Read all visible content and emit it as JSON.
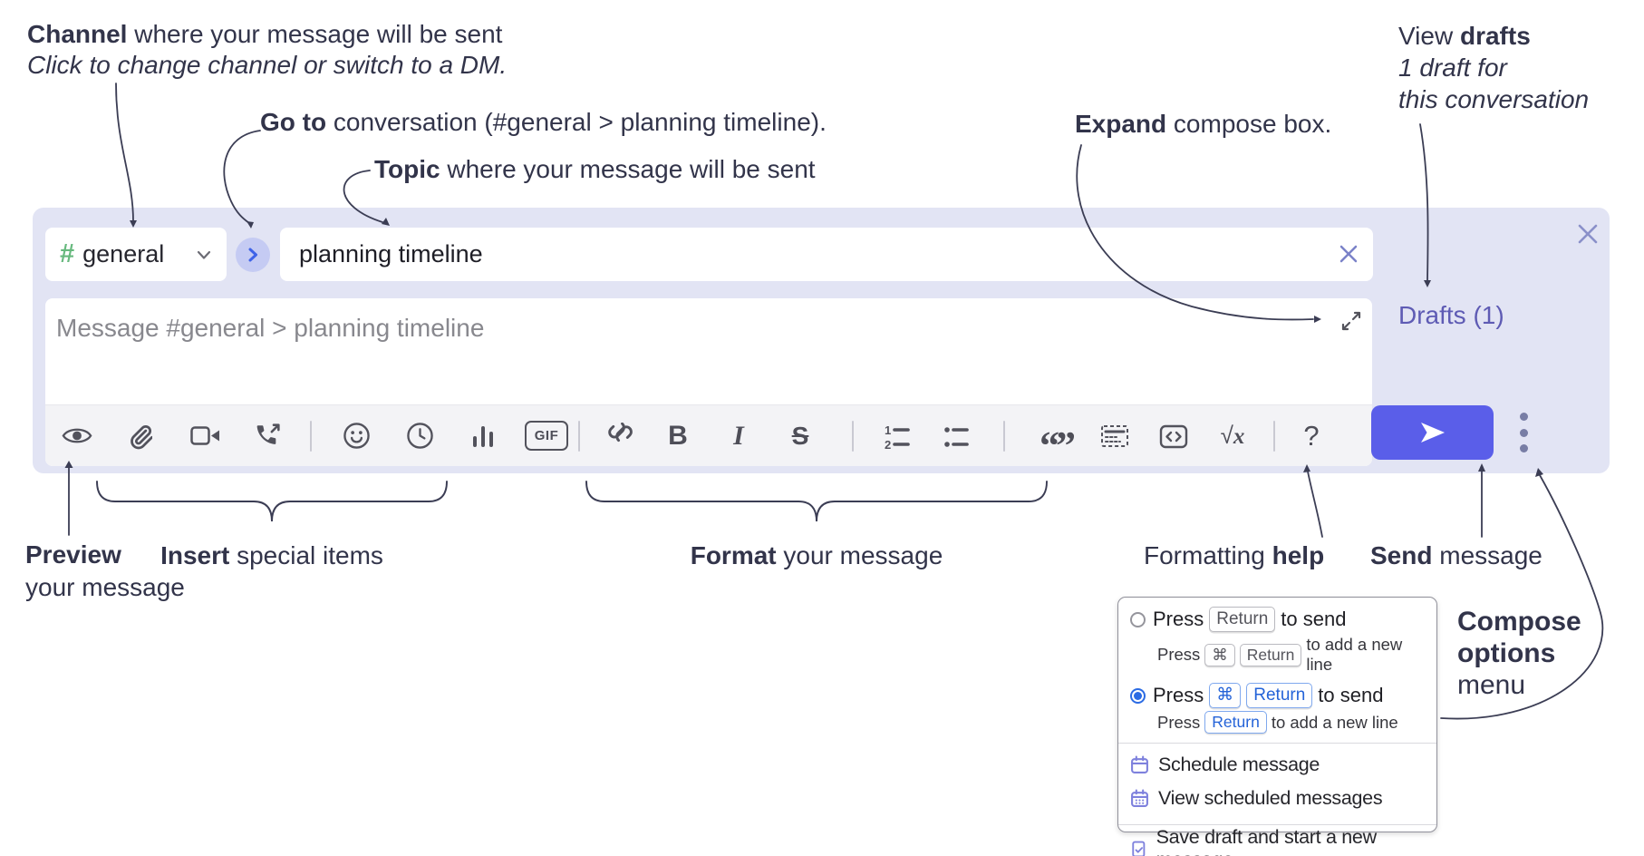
{
  "annotations": {
    "channel_bold": "Channel",
    "channel_rest": " where your message will be sent",
    "channel_line2": "Click to change channel or switch to a DM.",
    "goto_bold": "Go to",
    "goto_rest": " conversation (#general > planning timeline).",
    "topic_bold": "Topic",
    "topic_rest": " where your message will be sent",
    "expand_bold": "Expand",
    "expand_rest": " compose box.",
    "drafts_line1_pre": "View ",
    "drafts_line1_bold": "drafts",
    "drafts_line2": "1 draft for",
    "drafts_line3": "this conversation",
    "preview_bold": "Preview",
    "preview_line2": "your message",
    "insert_bold": "Insert",
    "insert_rest": " special items",
    "format_bold": "Format",
    "format_rest": " your message",
    "help_pre": "Formatting ",
    "help_bold": "help",
    "send_bold": "Send",
    "send_rest": " message",
    "compose_opts_bold1": "Compose",
    "compose_opts_bold2": "options",
    "compose_opts_rest": "menu"
  },
  "compose": {
    "channel_hash": "#",
    "channel_name": "general",
    "topic_value": "planning timeline",
    "message_placeholder": "Message #general > planning timeline",
    "drafts_label": "Drafts (1)",
    "gif_label": "GIF",
    "bold_glyph": "B",
    "italic_glyph": "I",
    "strike_glyph": "S",
    "quote_glyph": "“”",
    "math_root": "√",
    "math_x": "x",
    "help_glyph": "?",
    "toolbar_icons": [
      "preview-eye",
      "attach-paperclip",
      "video-call",
      "voice-call",
      "emoji",
      "global-time",
      "poll",
      "gif",
      "link",
      "bold",
      "italic",
      "strikethrough",
      "numbered-list",
      "bulleted-list",
      "quote",
      "spoiler",
      "code",
      "math",
      "help"
    ]
  },
  "popup": {
    "opt1_pre": "Press",
    "opt1_key": "Return",
    "opt1_post": "to send",
    "opt1_sub_pre": "Press",
    "opt1_sub_key1": "⌘",
    "opt1_sub_key2": "Return",
    "opt1_sub_post": "to add a new line",
    "opt2_pre": "Press",
    "opt2_key1": "⌘",
    "opt2_key2": "Return",
    "opt2_post": "to send",
    "opt2_sub_pre": "Press",
    "opt2_sub_key": "Return",
    "opt2_sub_post": "to add a new line",
    "item_schedule": "Schedule message",
    "item_view_scheduled": "View scheduled messages",
    "item_save_draft": "Save draft and start a new message"
  },
  "colors": {
    "accent_send": "#5a5ee9",
    "compose_bg": "#e2e4f4",
    "drafts_link": "#5e5bb4",
    "popup_key_blue": "#2463d8",
    "menu_icon_purple": "#7e81dd",
    "hash_green": "#67b97e",
    "annotation_text": "#32344a"
  }
}
